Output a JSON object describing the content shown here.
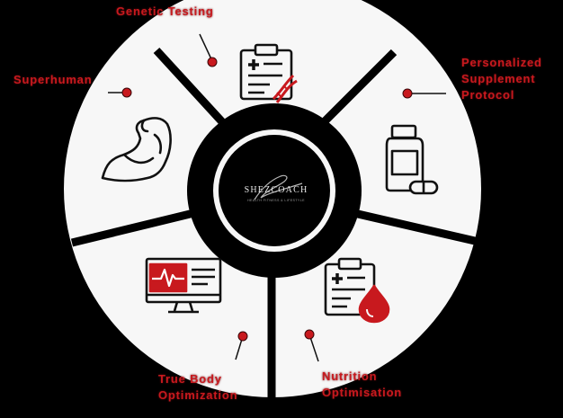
{
  "segments": [
    {
      "id": "genetic-testing",
      "label_lines": [
        "Genetic Testing"
      ],
      "icon": "clipboard-dna-icon"
    },
    {
      "id": "personalized-supplement-protocol",
      "label_lines": [
        "Personalized",
        "Supplement",
        "Protocol"
      ],
      "icon": "supplement-bottle-pill-icon"
    },
    {
      "id": "nutrition-optimisation",
      "label_lines": [
        "Nutrition",
        "Optimisation"
      ],
      "icon": "clipboard-blood-drop-icon"
    },
    {
      "id": "true-body-optimization",
      "label_lines": [
        "True Body",
        "Optimization"
      ],
      "icon": "monitor-heartbeat-icon"
    },
    {
      "id": "superhuman",
      "label_lines": [
        "Superhuman"
      ],
      "icon": "flexed-arm-icon"
    }
  ],
  "center": {
    "logo_text": "SHEZCOACH",
    "logo_tagline": "HEALTH FITNESS & LIFESTYLE"
  },
  "colors": {
    "background": "#000000",
    "accent": "#c8191e",
    "segment_fill": "#f7f7f7",
    "ring": "#000000"
  }
}
